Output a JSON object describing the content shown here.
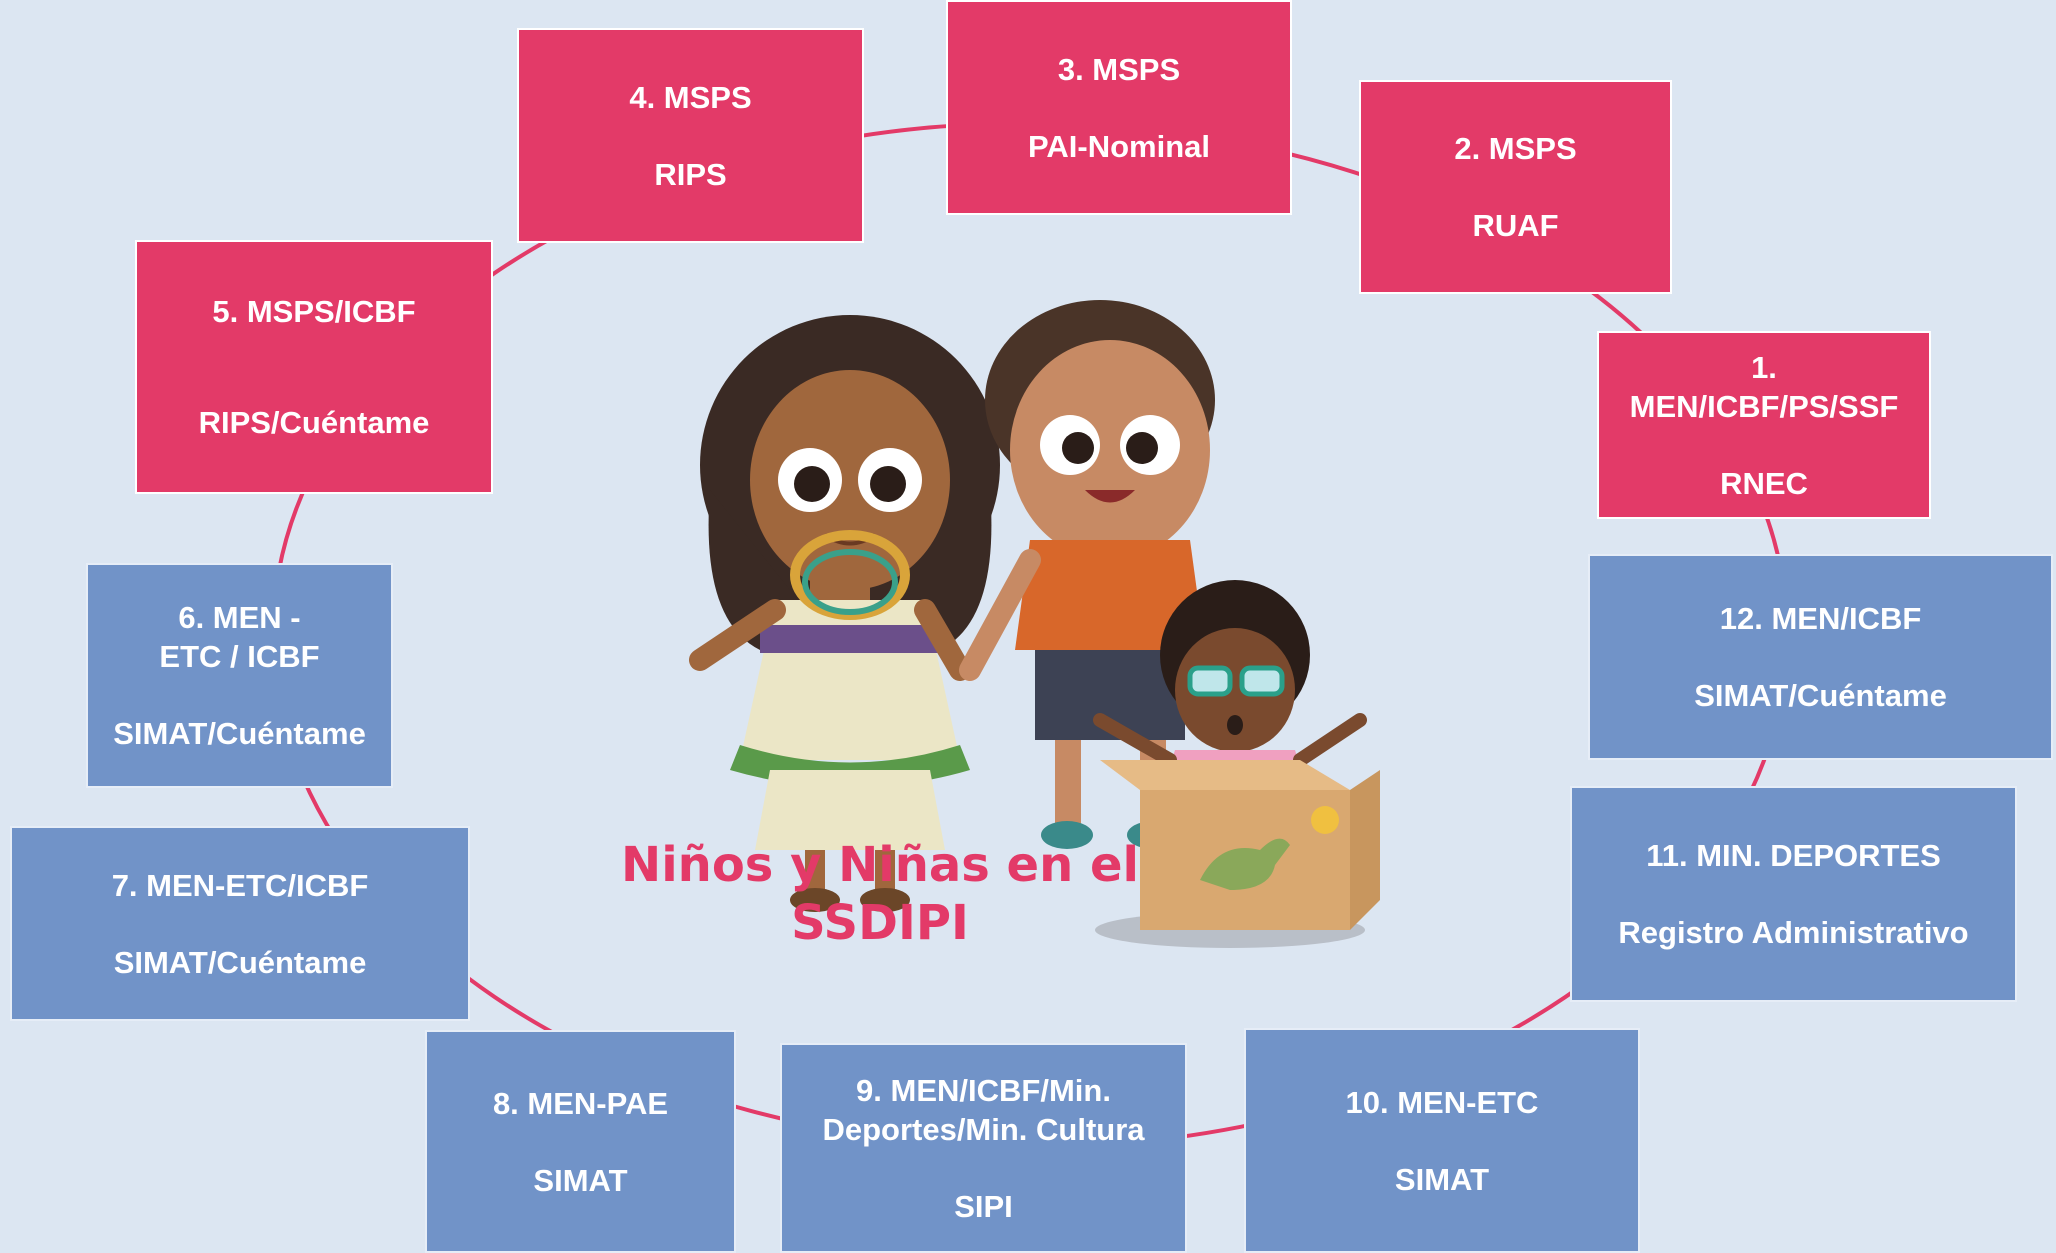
{
  "diagram": {
    "caption": "Niños y Niñas en el\nSSDIPI",
    "colors": {
      "background": "#dce6f2",
      "pink": "#e33a68",
      "blue": "#7193c8",
      "ring": "#e33a68"
    },
    "nodes": [
      {
        "agency": "1.\nMEN/ICBF/PS/SSF",
        "system": "RNEC"
      },
      {
        "agency": "2. MSPS",
        "system": "RUAF"
      },
      {
        "agency": "3. MSPS",
        "system": "PAI-Nominal"
      },
      {
        "agency": "4. MSPS",
        "system": "RIPS"
      },
      {
        "agency": "5. MSPS/ICBF",
        "system": "RIPS/Cuéntame"
      },
      {
        "agency": "6. MEN -\nETC / ICBF",
        "system": "SIMAT/Cuéntame"
      },
      {
        "agency": "7. MEN-ETC/ICBF",
        "system": "SIMAT/Cuéntame"
      },
      {
        "agency": "8. MEN-PAE",
        "system": "SIMAT"
      },
      {
        "agency": "9. MEN/ICBF/Min.\nDeportes/Min. Cultura",
        "system": "SIPI"
      },
      {
        "agency": "10. MEN-ETC",
        "system": "SIMAT"
      },
      {
        "agency": "11. MIN. DEPORTES",
        "system": "Registro Administrativo"
      },
      {
        "agency": "12. MEN/ICBF",
        "system": "SIMAT/Cuéntame"
      }
    ],
    "illustration": {
      "icons": [
        "girl-icon",
        "boy-icon",
        "toddler-in-box-icon",
        "dinosaur-icon",
        "sun-icon"
      ]
    }
  }
}
